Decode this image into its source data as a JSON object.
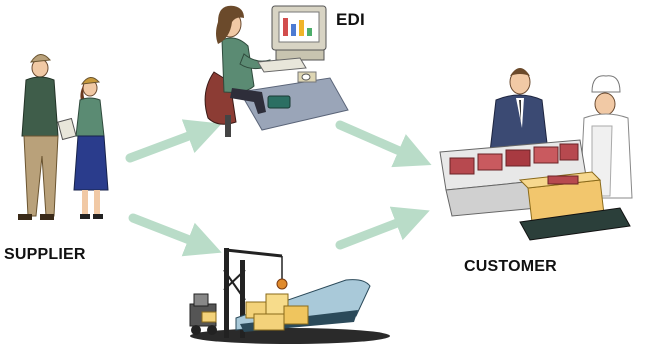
{
  "diagram": {
    "labels": {
      "edi": "EDI",
      "supplier": "SUPPLIER",
      "customer": "CUSTOMER"
    },
    "colors": {
      "arrow": "#b9dcc8",
      "computer_case": "#d8d4c4",
      "screen_frame": "#c8c4b0",
      "mat_blue": "#9aa5b8",
      "shirt_green": "#5b8b73",
      "suit_navy": "#3b4a73",
      "ship_hull": "#a9c9d9",
      "cargo_yellow": "#f3d27a",
      "meat_red": "#b7494f",
      "box_yellow": "#f2c66d",
      "khaki": "#b9a17a"
    },
    "icons": [
      "woman-at-computer-icon",
      "supplier-workers-icon",
      "cargo-ship-port-icon",
      "butcher-counter-icon"
    ]
  }
}
